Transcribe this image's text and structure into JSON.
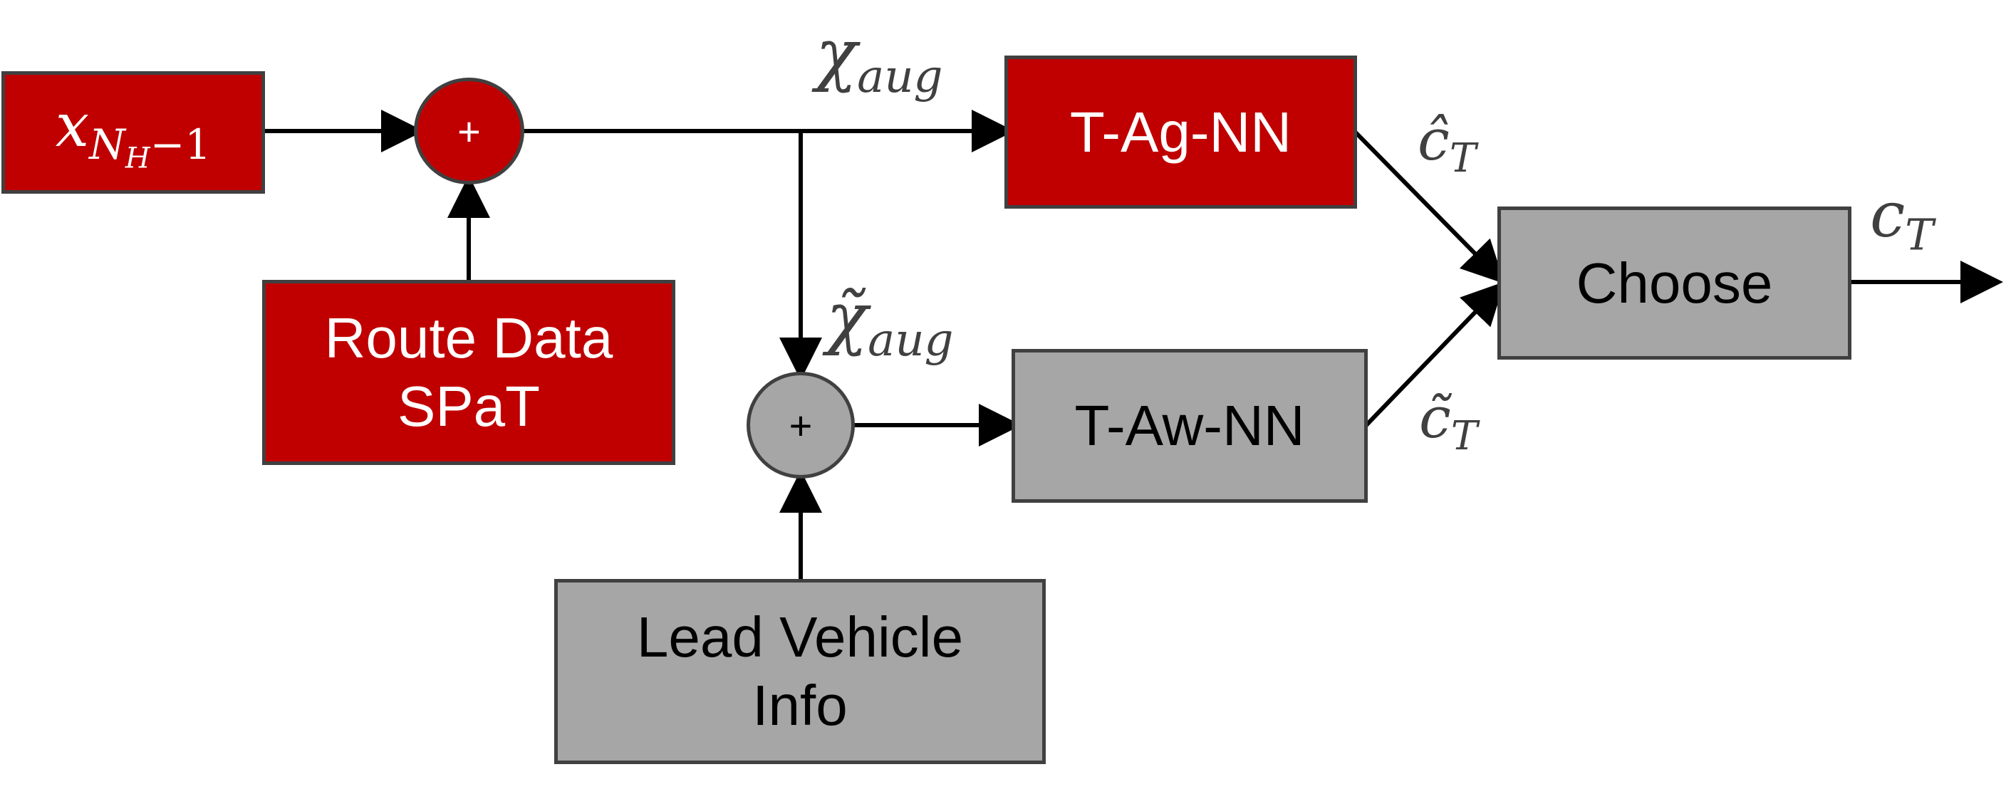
{
  "blocks": {
    "state_input": {
      "base": "x",
      "sub_main": "N",
      "sub_sub": "H",
      "sub_tail": "−1"
    },
    "route_data": {
      "line1": "Route Data",
      "line2": "SPaT"
    },
    "t_ag_nn": {
      "label": "T-Ag-NN"
    },
    "t_aw_nn": {
      "label": "T-Aw-NN"
    },
    "lead_vehicle": {
      "line1": "Lead Vehicle",
      "line2": "Info"
    },
    "choose": {
      "label": "Choose"
    }
  },
  "sum_nodes": {
    "top": {
      "symbol": "+"
    },
    "bottom": {
      "symbol": "+"
    }
  },
  "signals": {
    "x_aug": {
      "base": "χ",
      "sub": "aug"
    },
    "x_aug_tilde": {
      "base": "χ̃",
      "sub": "aug"
    },
    "c_hat": {
      "base": "ĉ",
      "sub": "T"
    },
    "c_tilde": {
      "base": "c̃",
      "sub": "T"
    },
    "c_out": {
      "base": "c",
      "sub": "T"
    }
  },
  "colors": {
    "red_block": "#c00000",
    "gray_block": "#a6a6a6",
    "border": "#404040",
    "wire": "#000000",
    "math_label": "#404040"
  }
}
